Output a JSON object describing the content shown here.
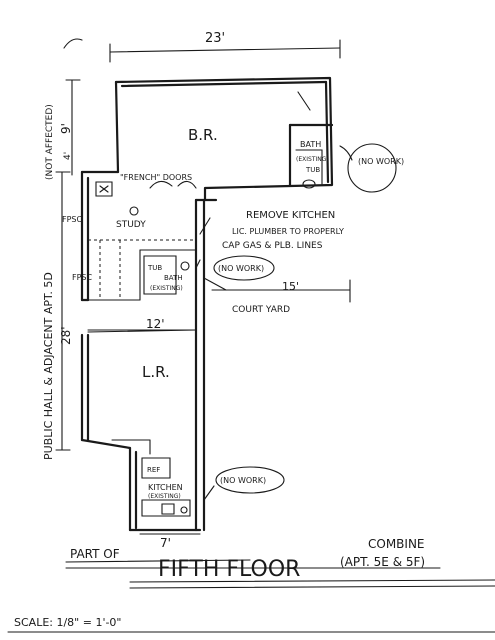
{
  "plan": {
    "title_prefix": "PART OF",
    "title": "FIFTH FLOOR",
    "title_note_top": "COMBINE",
    "title_note": "(APT. 5E & 5F)",
    "scale": "SCALE: 1/8\" = 1'-0\"",
    "dimensions": {
      "top_width": "23'",
      "br_depth": "9'",
      "br_depth_small": "4'",
      "total_depth": "28'",
      "lr_width": "12'",
      "court_yard": "15'",
      "bottom_width": "7'"
    },
    "rooms": {
      "bedroom": "B.R.",
      "study": "STUDY",
      "living_room": "L.R.",
      "bath_upper": "BATH",
      "bath_upper_note": "(EXISTING)",
      "tub_upper": "TUB",
      "bath_middle": "BATH",
      "bath_middle_note": "(EXISTING)",
      "tub_middle": "TUB",
      "kitchen": "KITCHEN",
      "kitchen_note": "(EXISTING)",
      "court_yard": "COURT YARD",
      "ref": "REF"
    },
    "notes": {
      "no_work_1": "(NO WORK)",
      "no_work_2": "(NO WORK)",
      "no_work_3": "(NO WORK)",
      "remove_kitchen_1": "REMOVE KITCHEN",
      "remove_kitchen_2": "LIC. PLUMBER TO PROPERLY",
      "remove_kitchen_3": "CAP GAS & PLB. LINES",
      "french_doors": "\"FRENCH\" DOORS",
      "not_affected": "(NOT AFFECTED)",
      "public_hall": "PUBLIC HALL & ADJACENT APT. 5D",
      "fpsc_1": "FPSC",
      "fpsc_2": "FPSC"
    }
  }
}
